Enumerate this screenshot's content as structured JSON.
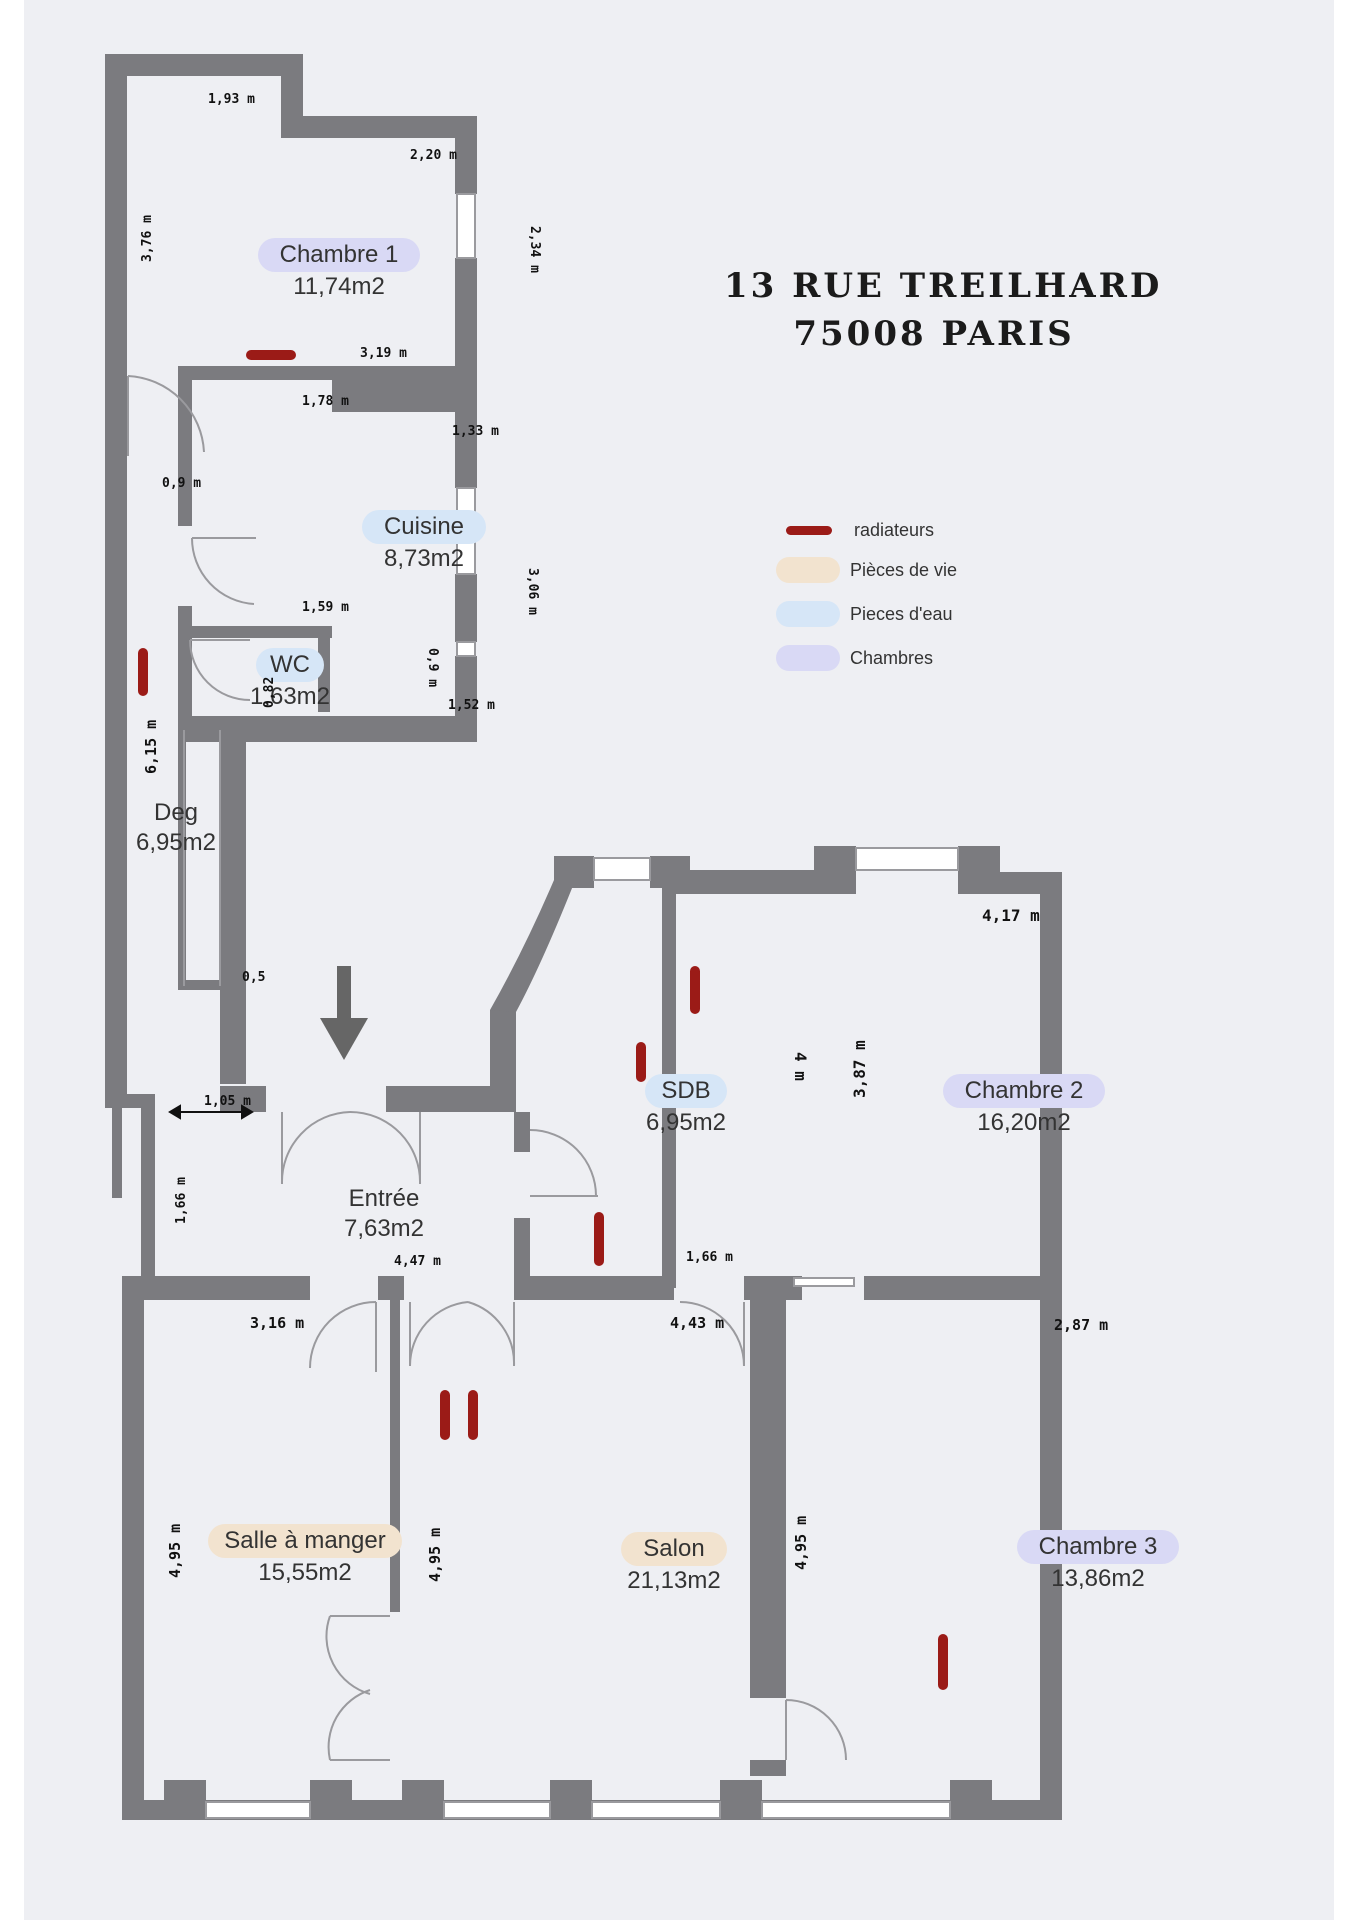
{
  "header": {
    "line1": "13 RUE TREILHARD",
    "line2": "75008 PARIS"
  },
  "colors": {
    "wall": "#7b7b7f",
    "radiator": "#9b1b17",
    "living": "#f2e3cf",
    "water": "#d6e6f7",
    "bedroom": "#d9d9f5",
    "background": "#eeeff3"
  },
  "legend": [
    {
      "label": "radiateurs",
      "swatch": "radiator"
    },
    {
      "label": "Pièces de vie",
      "swatch": "living"
    },
    {
      "label": "Pieces d'eau",
      "swatch": "water"
    },
    {
      "label": "Chambres",
      "swatch": "bedroom"
    }
  ],
  "rooms": {
    "chambre1": {
      "name": "Chambre 1",
      "area": "11,74m2"
    },
    "cuisine": {
      "name": "Cuisine",
      "area": "8,73m2"
    },
    "wc": {
      "name": "WC",
      "area": "1,63m2"
    },
    "deg": {
      "name": "Deg",
      "area": "6,95m2"
    },
    "sdb": {
      "name": "SDB",
      "area": "6,95m2"
    },
    "chambre2": {
      "name": "Chambre 2",
      "area": "16,20m2"
    },
    "entree": {
      "name": "Entrée",
      "area": "7,63m2"
    },
    "salle_a_manger": {
      "name": "Salle à manger",
      "area": "15,55m2"
    },
    "salon": {
      "name": "Salon",
      "area": "21,13m2"
    },
    "chambre3": {
      "name": "Chambre 3",
      "area": "13,86m2"
    }
  },
  "dimensions": {
    "d1": "1,93 m",
    "d2": "2,20 m",
    "d3": "3,76 m",
    "d4": "2,34 m",
    "d5": "3,19 m",
    "d6": "1,78 m",
    "d7": "1,33 m",
    "d8": "0,9 m",
    "d9": "3,06 m",
    "d10": "1,59 m",
    "d11": "0,82",
    "d12": "0,9 m",
    "d13": "1,52 m",
    "d14": "6,15 m",
    "d15": "0,5",
    "d16": "1,05 m",
    "d17": "1,66 m",
    "d18": "4,17 m",
    "d19": "4 m",
    "d20": "3,87 m",
    "d21": "4,47 m",
    "d22": "1,66 m",
    "d23": "3,16 m",
    "d24": "4,43 m",
    "d25": "2,87 m",
    "d26": "4,95 m",
    "d27": "4,95 m",
    "d28": "4,95 m"
  }
}
